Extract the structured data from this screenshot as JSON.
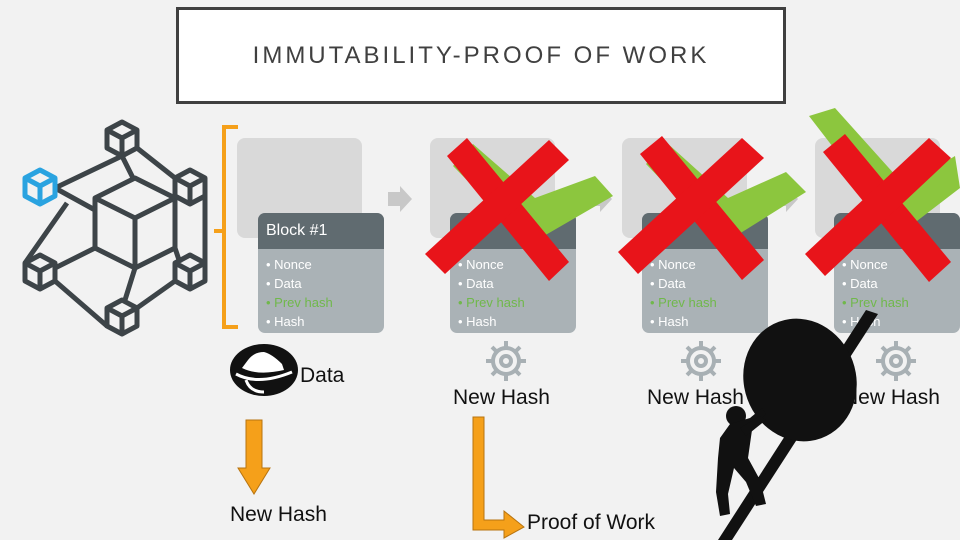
{
  "title": "IMMUTABILITY-PROOF OF WORK",
  "blocks": [
    {
      "header": "Block #1",
      "items": [
        "Nonce",
        "Data",
        "Prev hash",
        "Hash"
      ]
    },
    {
      "header": "",
      "items": [
        "Nonce",
        "Data",
        "Prev hash",
        "Hash"
      ]
    },
    {
      "header": "",
      "items": [
        "Nonce",
        "Data",
        "Prev hash",
        "Hash"
      ]
    },
    {
      "header": "",
      "items": [
        "Nonce",
        "Data",
        "Prev hash",
        "Hash"
      ]
    }
  ],
  "labels": {
    "data": "Data",
    "new_hash_bottom": "New Hash",
    "new_hash_1": "New Hash",
    "new_hash_2": "New Hash",
    "new_hash_3": "New Hash",
    "proof_of_work": "Proof of Work"
  },
  "colors": {
    "accent_orange": "#f5a01a",
    "cross_red": "#e8141a",
    "check_green": "#8cc63e",
    "cube_blue": "#2aa3e0",
    "cube_gray": "#3d4448",
    "block_header": "#606b70",
    "block_body": "#aab2b6",
    "prev_hash_green": "#70b84b"
  },
  "icons": [
    "blockchain-cube-network-icon",
    "redhat-logo-icon",
    "gear-icon",
    "red-cross-icon",
    "green-check-icon",
    "sisyphus-boulder-icon",
    "arrow-right-icon",
    "arrow-down-icon",
    "l-arrow-icon"
  ]
}
